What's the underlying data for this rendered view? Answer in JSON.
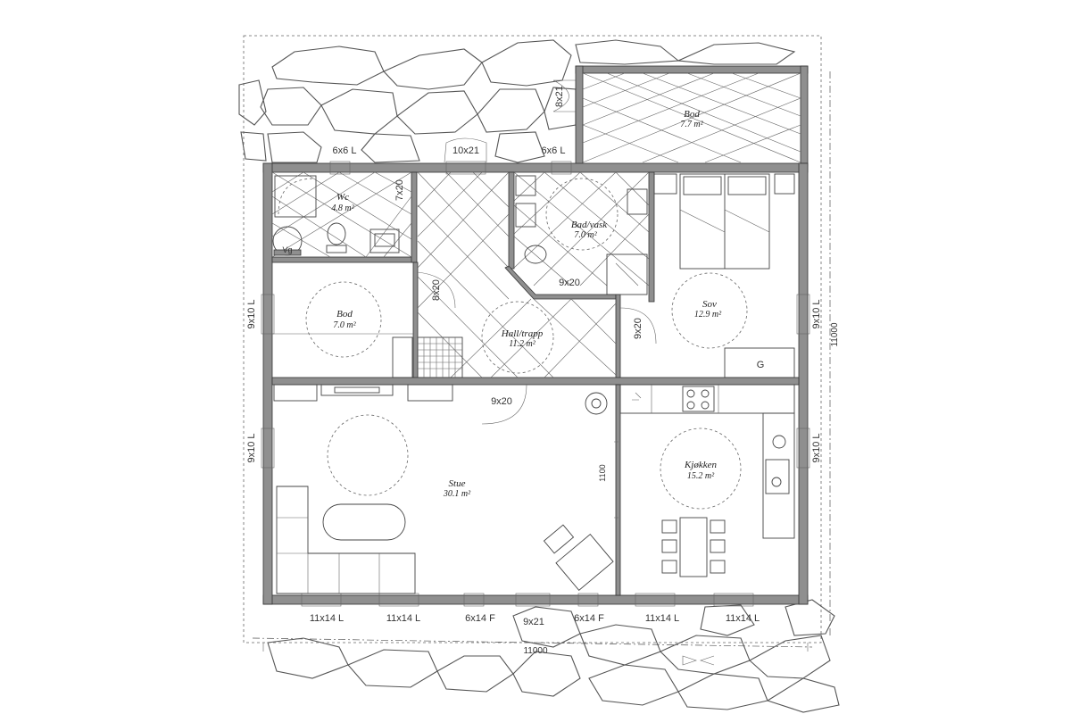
{
  "rooms": {
    "bod_outdoor": {
      "name": "Bod",
      "area": "7.7 m²"
    },
    "wc": {
      "name": "Wc",
      "area": "4.8 m²",
      "fixture": "Vg"
    },
    "bad": {
      "name": "Bad/vask",
      "area": "7.0 m²"
    },
    "bod": {
      "name": "Bod",
      "area": "7.0 m²"
    },
    "hall": {
      "name": "Hall/trapp",
      "area": "11.2 m²"
    },
    "sov": {
      "name": "Sov",
      "area": "12.9 m²",
      "fixture": "G"
    },
    "stue": {
      "name": "Stue",
      "area": "30.1 m²"
    },
    "kjokken": {
      "name": "Kjøkken",
      "area": "15.2 m²"
    }
  },
  "windows_top": [
    "6x6 L",
    "10x21",
    "6x6 L"
  ],
  "windows_bottom": [
    "11x14 L",
    "11x14 L",
    "6x14 F",
    "9x21",
    "6x14 F",
    "11x14 L",
    "11x14 L"
  ],
  "windows_left": [
    "9x10 L",
    "9x10 L"
  ],
  "windows_right": [
    "9x10 L",
    "9x10 L"
  ],
  "doors": {
    "bod_outdoor": "8x21",
    "wc": "7x20",
    "bod": "8x20",
    "bad": "9x20",
    "sov": "9x20",
    "stue": "9x20"
  },
  "dimensions": {
    "overall_width": "11000",
    "overall_depth": "11000",
    "opening": "1100"
  }
}
